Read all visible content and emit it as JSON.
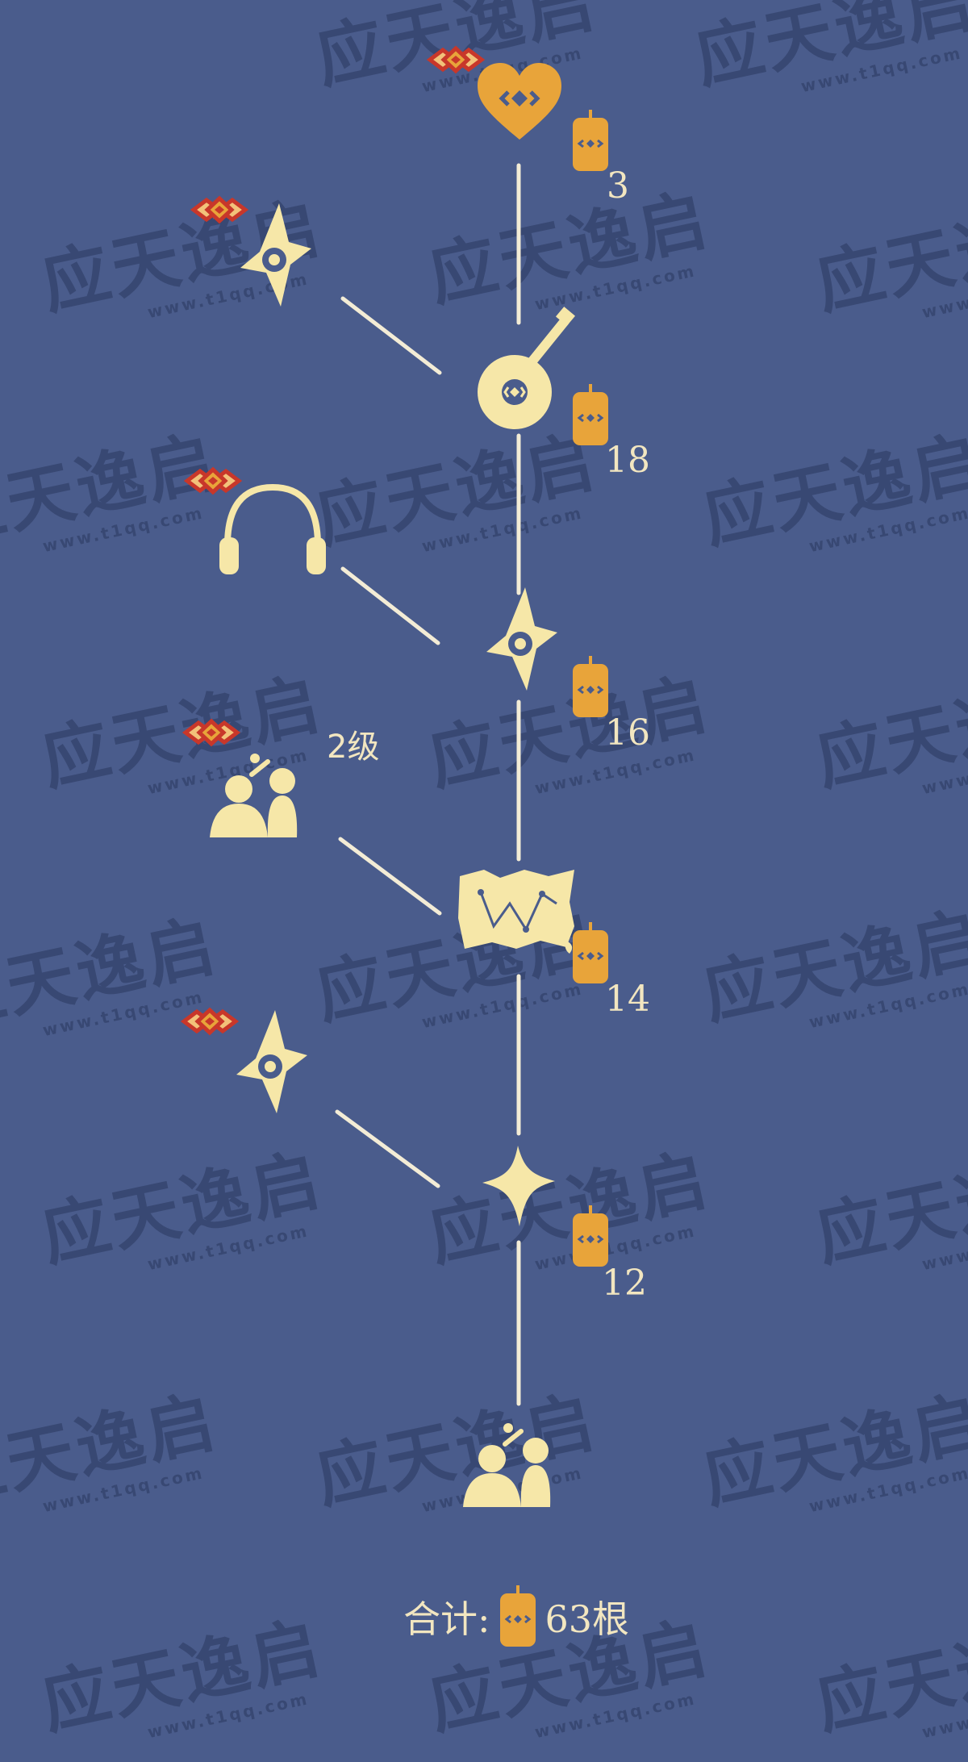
{
  "watermark": {
    "brand": "应天逸启",
    "url": "www.t1qq.com"
  },
  "tree": {
    "nodes": [
      {
        "id": "heart",
        "icon": "heart-icon",
        "cost": "3"
      },
      {
        "id": "ukulele",
        "icon": "ukulele-icon",
        "cost": "18"
      },
      {
        "id": "star-1",
        "icon": "spell-star-icon",
        "cost": "16"
      },
      {
        "id": "map",
        "icon": "treasure-map-icon",
        "cost": "14"
      },
      {
        "id": "star-2",
        "icon": "four-point-star-icon",
        "cost": "12"
      },
      {
        "id": "friends",
        "icon": "friends-emote-icon",
        "cost": ""
      }
    ],
    "side_items": [
      {
        "id": "side-star-1",
        "icon": "spell-star-icon",
        "ultimate": true
      },
      {
        "id": "headphones",
        "icon": "headphones-icon",
        "ultimate": true
      },
      {
        "id": "side-friends",
        "icon": "friends-emote-icon",
        "ultimate": true,
        "level": "2级"
      },
      {
        "id": "side-star-2",
        "icon": "spell-star-icon",
        "ultimate": true
      }
    ]
  },
  "total": {
    "label": "合计:",
    "amount": "63根"
  },
  "colors": {
    "background": "#4a5c8c",
    "icon": "#f6e7a8",
    "candle": "#e8a43a",
    "line": "#f3ecd6",
    "ultimate": "#c8372a"
  }
}
